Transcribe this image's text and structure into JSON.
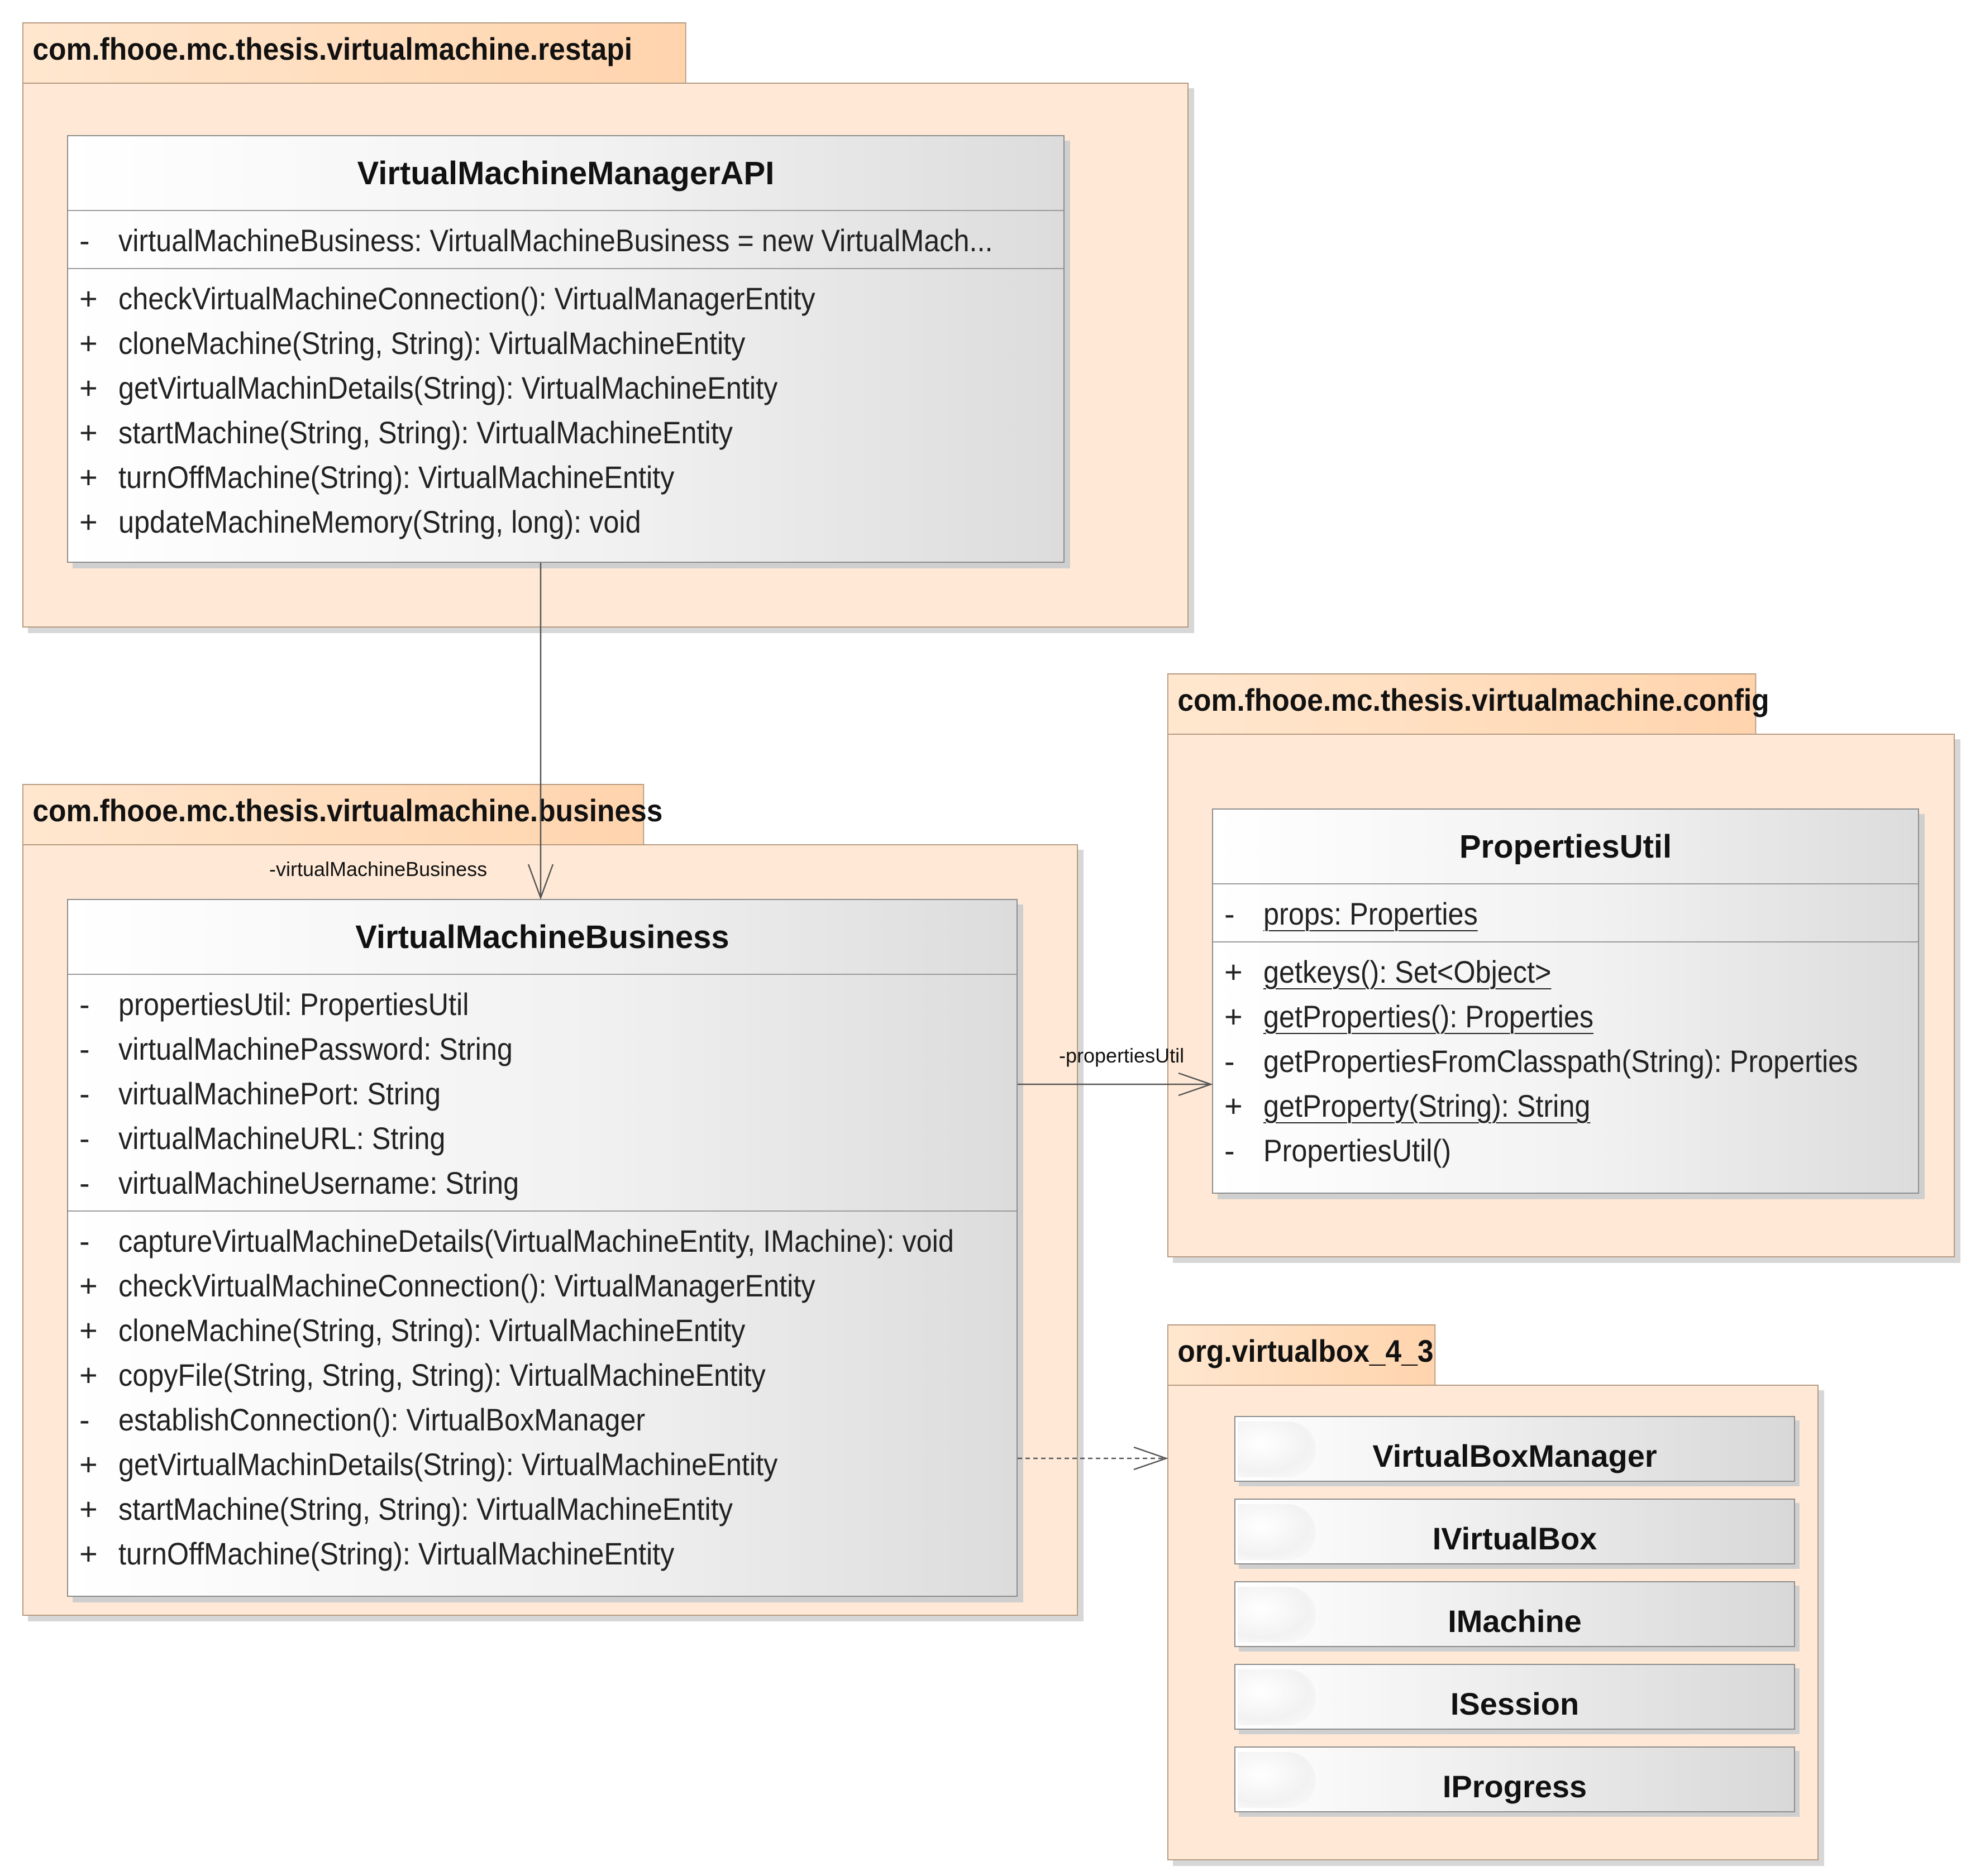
{
  "packages": {
    "restapi": {
      "name": "com.fhooe.mc.thesis.virtualmachine.restapi"
    },
    "business": {
      "name": "com.fhooe.mc.thesis.virtualmachine.business"
    },
    "config": {
      "name": "com.fhooe.mc.thesis.virtualmachine.config"
    },
    "virtualbox": {
      "name": "org.virtualbox_4_3"
    }
  },
  "classes": {
    "manager_api": {
      "name": "VirtualMachineManagerAPI",
      "attributes": [
        {
          "vis": "-",
          "text": "virtualMachineBusiness: VirtualMachineBusiness = new VirtualMach..."
        }
      ],
      "operations": [
        {
          "vis": "+",
          "text": "checkVirtualMachineConnection(): VirtualManagerEntity"
        },
        {
          "vis": "+",
          "text": "cloneMachine(String, String): VirtualMachineEntity"
        },
        {
          "vis": "+",
          "text": "getVirtualMachinDetails(String): VirtualMachineEntity"
        },
        {
          "vis": "+",
          "text": "startMachine(String, String): VirtualMachineEntity"
        },
        {
          "vis": "+",
          "text": "turnOffMachine(String): VirtualMachineEntity"
        },
        {
          "vis": "+",
          "text": "updateMachineMemory(String, long): void"
        }
      ]
    },
    "business": {
      "name": "VirtualMachineBusiness",
      "attributes": [
        {
          "vis": "-",
          "text": "propertiesUtil: PropertiesUtil"
        },
        {
          "vis": "-",
          "text": "virtualMachinePassword: String"
        },
        {
          "vis": "-",
          "text": "virtualMachinePort: String"
        },
        {
          "vis": "-",
          "text": "virtualMachineURL: String"
        },
        {
          "vis": "-",
          "text": "virtualMachineUsername: String"
        }
      ],
      "operations": [
        {
          "vis": "-",
          "text": "captureVirtualMachineDetails(VirtualMachineEntity, IMachine): void"
        },
        {
          "vis": "+",
          "text": "checkVirtualMachineConnection(): VirtualManagerEntity"
        },
        {
          "vis": "+",
          "text": "cloneMachine(String, String): VirtualMachineEntity"
        },
        {
          "vis": "+",
          "text": "copyFile(String, String, String): VirtualMachineEntity"
        },
        {
          "vis": "-",
          "text": "establishConnection(): VirtualBoxManager"
        },
        {
          "vis": "+",
          "text": "getVirtualMachinDetails(String): VirtualMachineEntity"
        },
        {
          "vis": "+",
          "text": "startMachine(String, String): VirtualMachineEntity"
        },
        {
          "vis": "+",
          "text": "turnOffMachine(String): VirtualMachineEntity"
        }
      ]
    },
    "properties_util": {
      "name": "PropertiesUtil",
      "attributes": [
        {
          "vis": "-",
          "text": "props: Properties",
          "static": true
        }
      ],
      "operations": [
        {
          "vis": "+",
          "text": "getkeys(): Set<Object>",
          "static": true
        },
        {
          "vis": "+",
          "text": "getProperties(): Properties",
          "static": true
        },
        {
          "vis": "-",
          "text": "getPropertiesFromClasspath(String): Properties",
          "static": false
        },
        {
          "vis": "+",
          "text": "getProperty(String): String",
          "static": true
        },
        {
          "vis": "-",
          "text": "PropertiesUtil()",
          "static": false
        }
      ]
    }
  },
  "virtualbox_classes": [
    "VirtualBoxManager",
    "IVirtualBox",
    "IMachine",
    "ISession",
    "IProgress"
  ],
  "connectors": {
    "api_to_business_label": "-virtualMachineBusiness",
    "business_to_util_label": "-propertiesUtil"
  }
}
